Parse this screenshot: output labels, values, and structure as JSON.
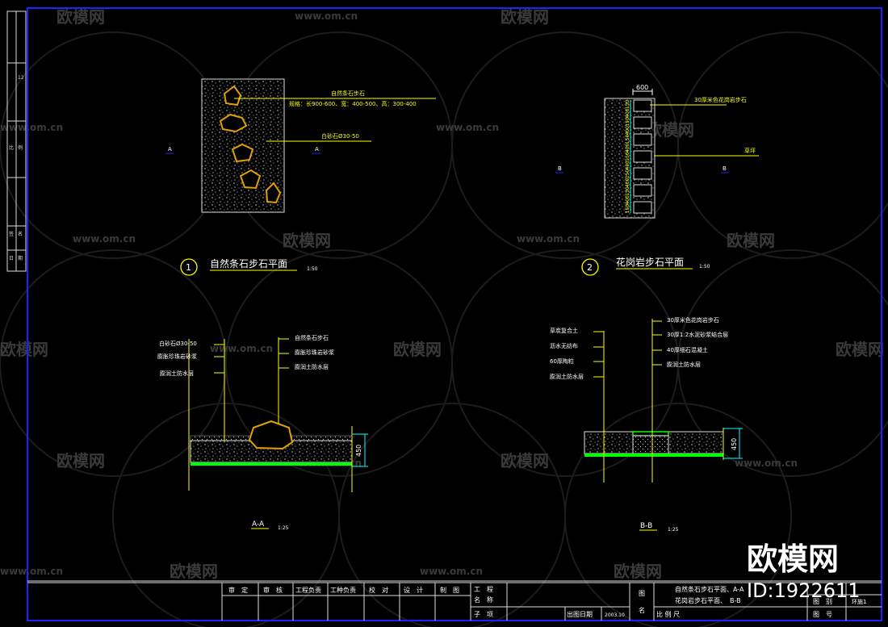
{
  "watermark": {
    "cn": "欧模网",
    "url": "www.om.cn"
  },
  "side_strip": {
    "labels": [
      "12",
      "比",
      "例",
      "签",
      "名",
      "日",
      "期"
    ]
  },
  "plan1": {
    "circle_no": "1",
    "title": "自然条石步石平面",
    "scale": "1:50",
    "label_stone": "自然条石步石",
    "label_spec": "规格：长900-600、宽：400-500、高：300-400",
    "label_gravel": "白砂石Ø30-50",
    "section_mark": "A"
  },
  "plan2": {
    "circle_no": "2",
    "title": "花岗岩步石平面",
    "scale": "1:50",
    "dim_top": "600",
    "label_stone": "30厚米色花岗岩步石",
    "label_lawn": "草坪",
    "section_mark": "B",
    "vertical_dims": [
      "150",
      "400",
      "150",
      "400",
      "150",
      "400",
      "150",
      "400",
      "150",
      "400",
      "150",
      "400",
      "150"
    ]
  },
  "sectionA": {
    "title": "A-A",
    "scale": "1:25",
    "dim": "450",
    "left_labels": [
      "白砂石Ø30-50",
      "膨胀珍珠岩砂浆",
      "膨润土防水层"
    ],
    "right_labels": [
      "自然条石步石",
      "膨胀珍珠岩砂浆",
      "膨润土防水层"
    ]
  },
  "sectionB": {
    "title": "B-B",
    "scale": "1:25",
    "dim": "450",
    "left_labels": [
      "草炭复合土",
      "沥水无纺布",
      "60厚陶粒",
      "膨润土防水层"
    ],
    "right_labels": [
      "30厚米色花岗岩步石",
      "30厚1:2水泥砂浆结合层",
      "40厚细石混凝土",
      "膨润土防水层"
    ]
  },
  "title_block": {
    "cells": [
      "审　定",
      "审　核",
      "工程负责",
      "工种负责",
      "校　对",
      "设　计",
      "制　图"
    ],
    "project_label_1": "工　程",
    "project_label_2": "名　称",
    "subitem_label": "子　项",
    "date_label": "出图日期",
    "date_value": "2003.10",
    "drawing_name_label_1": "图",
    "drawing_name_label_2": "名",
    "drawing_name_1": "自然条石步石平面、A-A",
    "drawing_name_2": "花岗岩步石平面、　B-B",
    "scale_label": "比 例 尺",
    "category_label": "图　别",
    "category_value": "环施1",
    "number_label": "图　号"
  },
  "corner_brand": {
    "name": "欧模网",
    "id": "ID:1922611"
  },
  "colors": {
    "frame": "#2020ff",
    "line": "#ffff00",
    "stone": "#e0a000",
    "ground": "#00ff00",
    "dim": "#00ffff",
    "white": "#ffffff"
  }
}
